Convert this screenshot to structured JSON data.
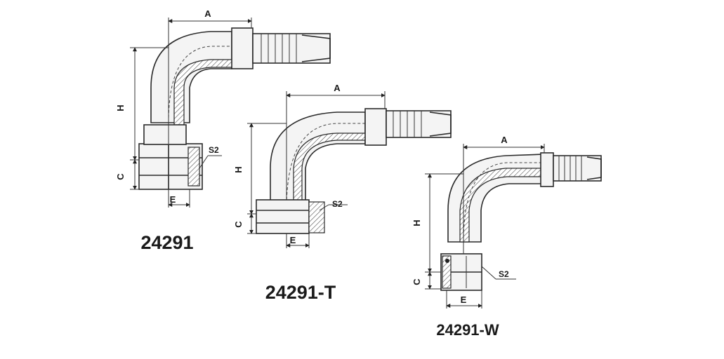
{
  "figures": [
    {
      "part_number": "24291",
      "dimensions": {
        "a": "A",
        "h": "H",
        "c": "C",
        "e": "E",
        "s2": "S2"
      }
    },
    {
      "part_number": "24291-T",
      "dimensions": {
        "a": "A",
        "h": "H",
        "c": "C",
        "e": "E",
        "s2": "S2"
      }
    },
    {
      "part_number": "24291-W",
      "dimensions": {
        "a": "A",
        "h": "H",
        "c": "C",
        "e": "E",
        "s2": "S2"
      }
    }
  ],
  "colors": {
    "line": "#2a2a2a",
    "background": "#ffffff",
    "hatch": "#555555"
  }
}
